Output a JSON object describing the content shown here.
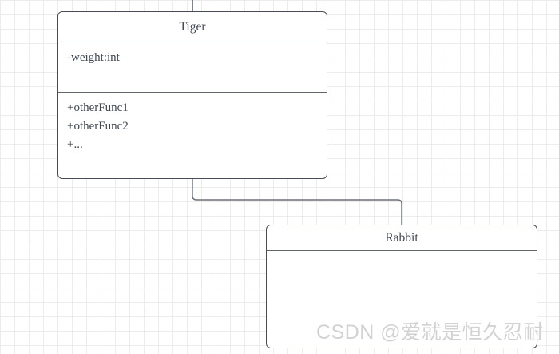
{
  "diagram": {
    "type": "uml-class-diagram",
    "background": {
      "grid_minor_color": "#ececed",
      "grid_major_color": "#dcdcdd",
      "canvas_color": "#ffffff"
    },
    "classes": [
      {
        "id": "tiger",
        "name": "Tiger",
        "attributes": [
          "-weight:int"
        ],
        "methods": [
          "+otherFunc1",
          "+otherFunc2",
          "+..."
        ]
      },
      {
        "id": "rabbit",
        "name": "Rabbit",
        "attributes": [],
        "methods": []
      }
    ],
    "connectors": [
      {
        "id": "tiger-top-stub",
        "from": "canvas-top-edge",
        "to": "tiger",
        "style": "orthogonal"
      },
      {
        "id": "tiger-to-rabbit",
        "from": "tiger",
        "to": "rabbit",
        "style": "orthogonal"
      }
    ],
    "colors": {
      "border": "#474c58",
      "divider": "#62676f",
      "text": "#3f4551",
      "connector": "#6b7079",
      "watermark": "#d2d2d4"
    }
  },
  "watermark": {
    "text": "CSDN @爱就是恒久忍耐"
  }
}
